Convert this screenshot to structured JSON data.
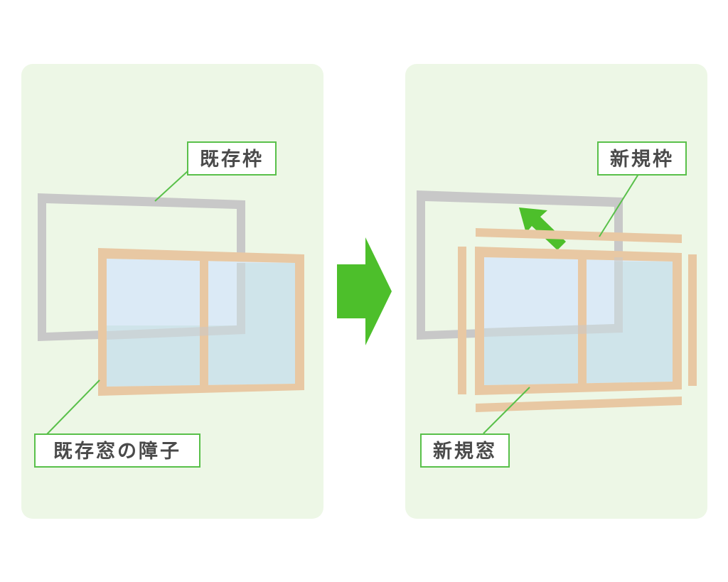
{
  "colors": {
    "panel_bg": "#edf7e6",
    "label_border": "#59c04a",
    "leader_line": "#59c04a",
    "arrow_fill": "#4dbf2b",
    "old_frame": "#c8c8c8",
    "sash_wood": "#e8c8a3",
    "glass": "#dbeaf6",
    "glass_overlap": "#cfe4ea"
  },
  "before_panel": {
    "frame_label": "既存枠",
    "sash_label": "既存窓の障子"
  },
  "after_panel": {
    "frame_label": "新規枠",
    "window_label": "新規窓"
  },
  "icons": {
    "transition_arrow": "arrow-right-icon",
    "removal_arrow": "arrow-up-left-icon"
  }
}
